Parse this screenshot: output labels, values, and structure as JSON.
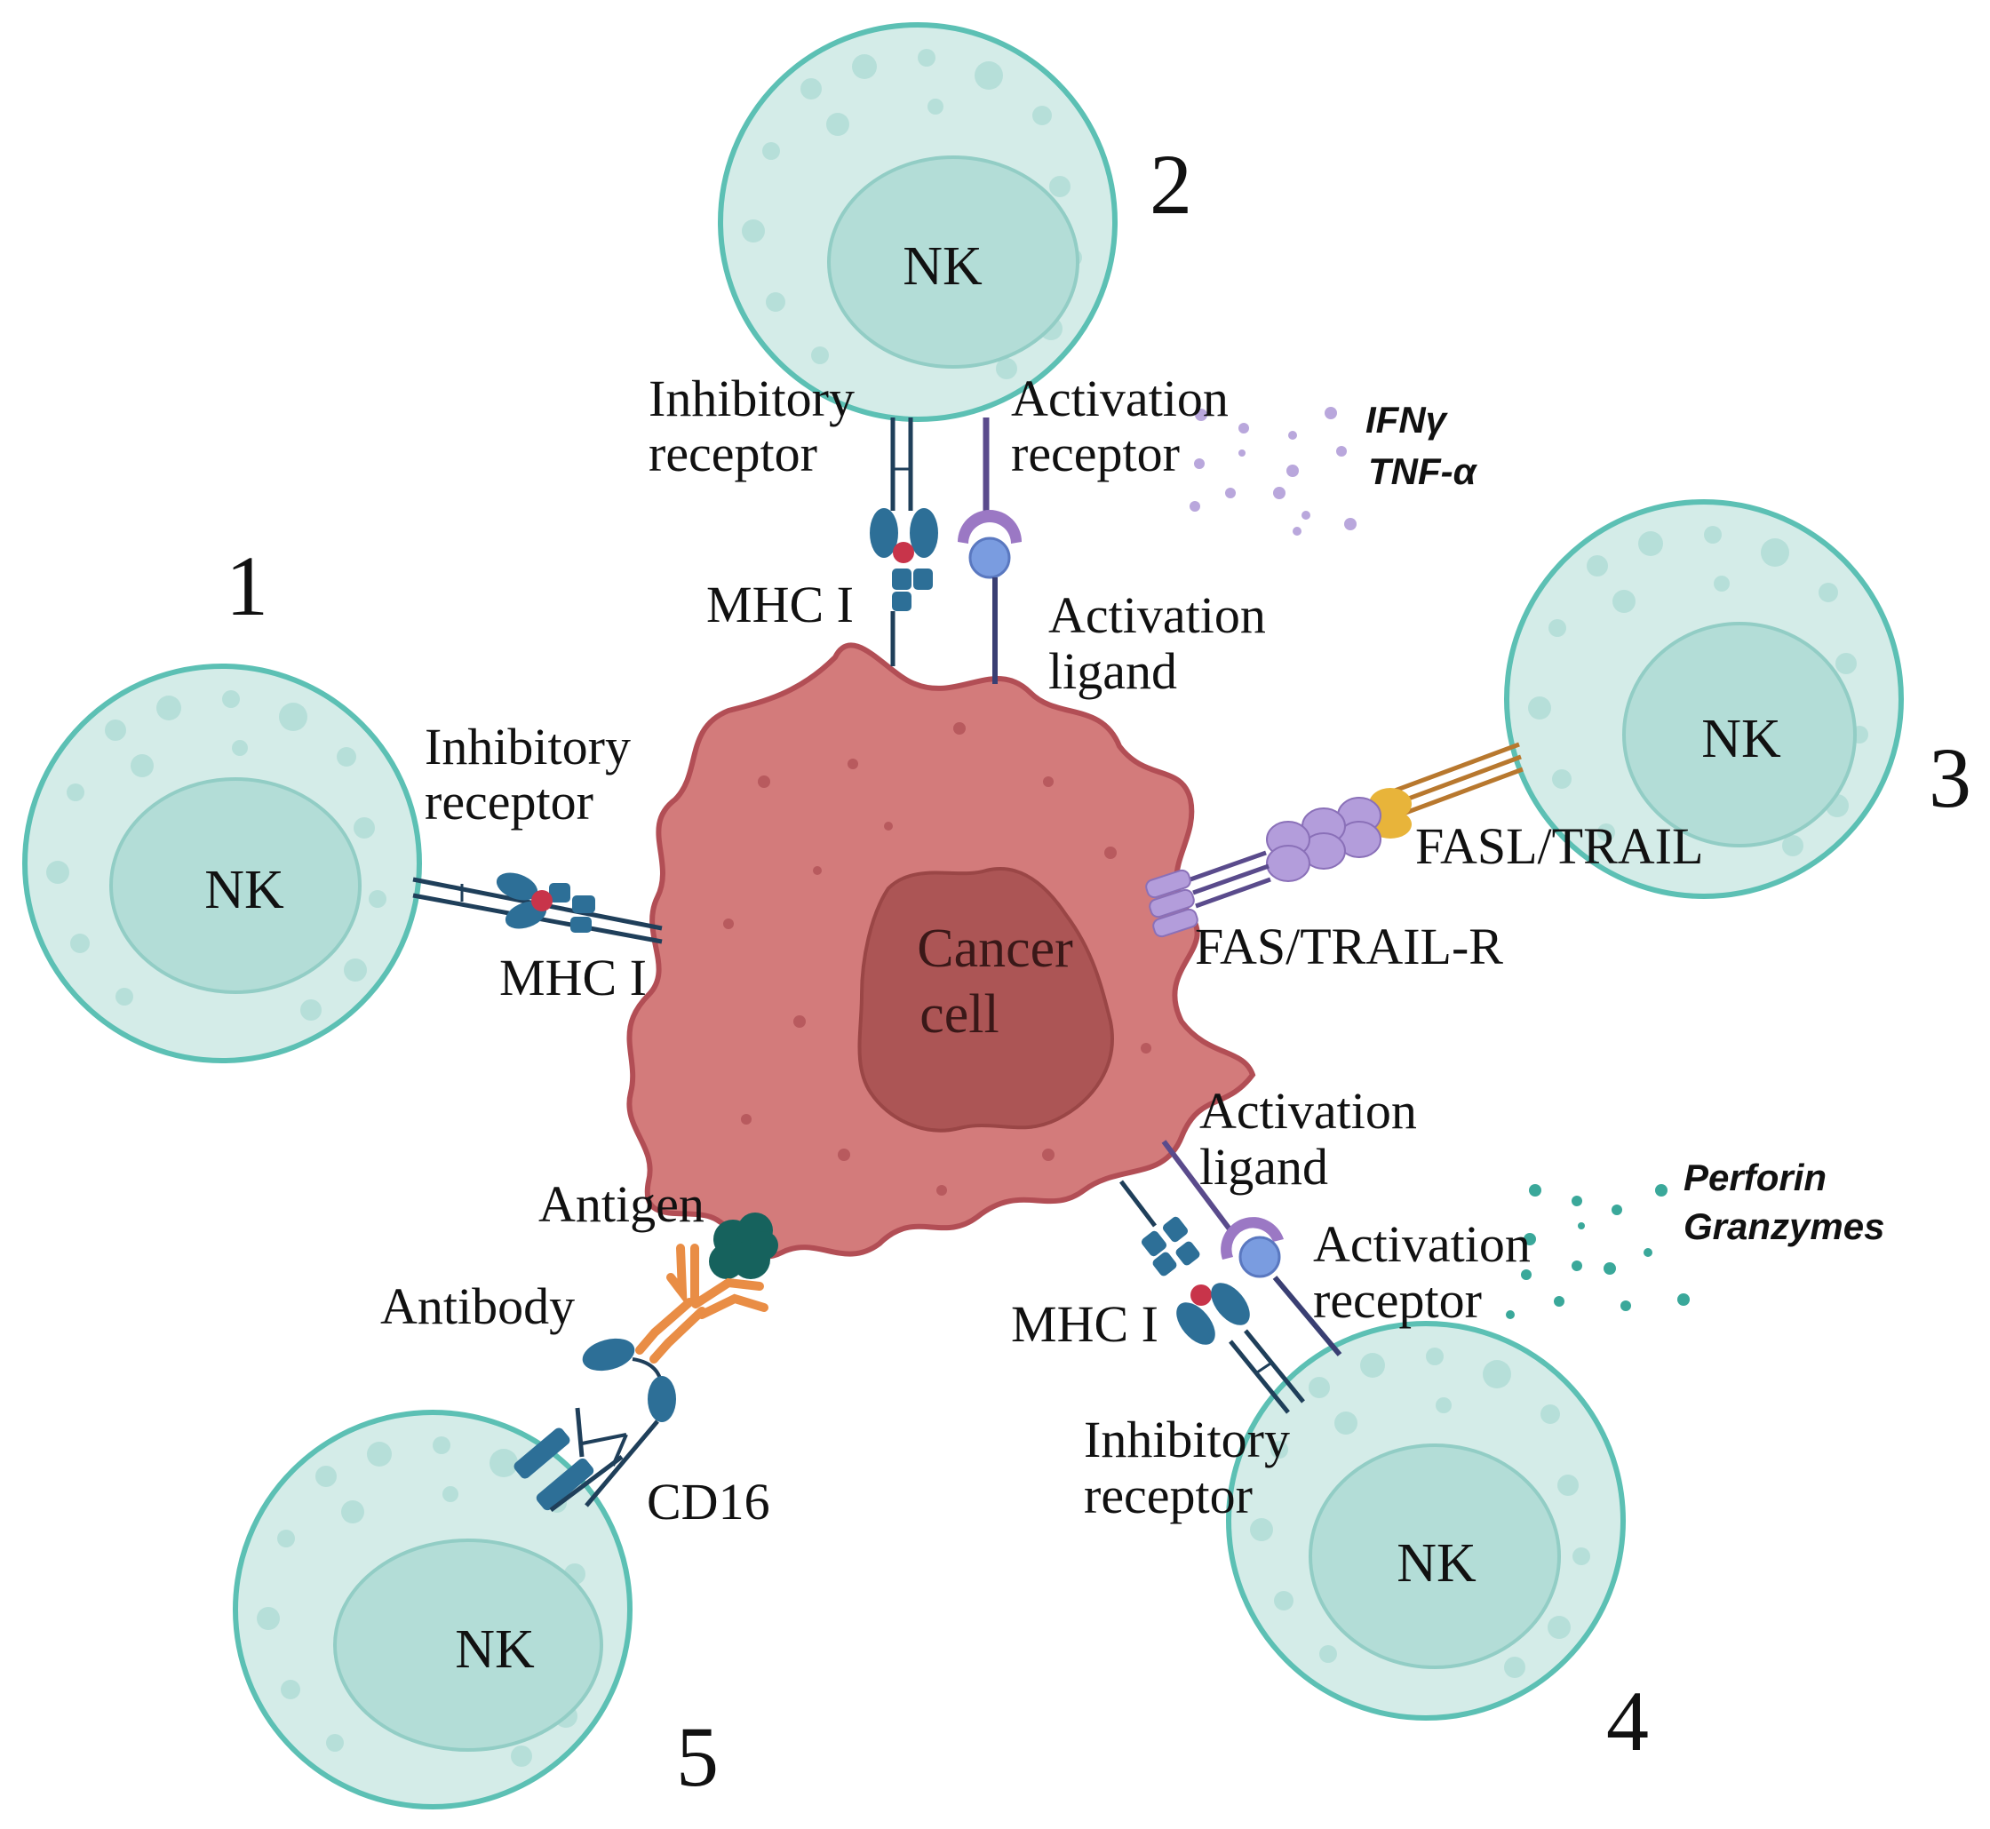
{
  "colors": {
    "nk_cell_fill": "#d4ece8",
    "nk_cell_border": "#5cc0b4",
    "nk_nucleus": "#b3ddd7",
    "cancer_cell": "#d37b7b",
    "cancer_border": "#b24e55",
    "cancer_nucleus": "#ac5555",
    "receptor_blue": "#2d6f97",
    "activation_purple": "#5a4b8c",
    "fas_lilac": "#b39ddb",
    "fasl_gold": "#e8b43a",
    "antibody_orange": "#e98d45",
    "antigen_teal": "#16625d",
    "cytokine_dots": "#b9a7dc",
    "granule_dots": "#3aa89a"
  },
  "cancer_cell": {
    "label_line1": "Cancer",
    "label_line2": "cell"
  },
  "nk_label": "NK",
  "mechanisms": [
    {
      "number": "1",
      "inhibitory_receptor_line1": "Inhibitory",
      "inhibitory_receptor_line2": "receptor",
      "mhc": "MHC I"
    },
    {
      "number": "2",
      "inhibitory_receptor_line1": "Inhibitory",
      "inhibitory_receptor_line2": "receptor",
      "activation_receptor_line1": "Activation",
      "activation_receptor_line2": "receptor",
      "mhc": "MHC I",
      "activation_ligand_line1": "Activation",
      "activation_ligand_line2": "ligand",
      "cytokines": [
        "IFNγ",
        "TNF-α"
      ]
    },
    {
      "number": "3",
      "ligand": "FASL/TRAIL",
      "receptor": "FAS/TRAIL-R"
    },
    {
      "number": "4",
      "activation_ligand_line1": "Activation",
      "activation_ligand_line2": "ligand",
      "activation_receptor_line1": "Activation",
      "activation_receptor_line2": "receptor",
      "mhc": "MHC I",
      "inhibitory_receptor_line1": "Inhibitory",
      "inhibitory_receptor_line2": "receptor",
      "granules": [
        "Perforin",
        "Granzymes"
      ]
    },
    {
      "number": "5",
      "antigen": "Antigen",
      "antibody": "Antibody",
      "fc_receptor": "CD16"
    }
  ]
}
